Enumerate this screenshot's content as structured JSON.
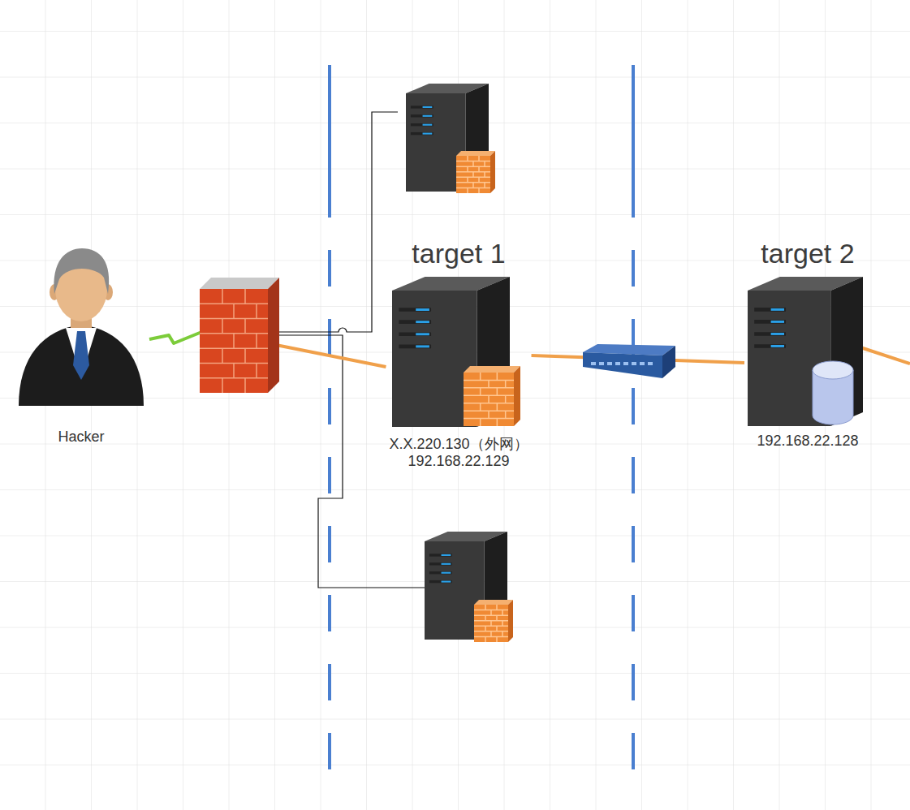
{
  "diagram": {
    "nodes": [
      {
        "text": [
          "Hacker"
        ]
      },
      {
        "text": [
          "target 1",
          "X.X.220.130（外网）",
          "192.168.22.129"
        ]
      },
      {
        "text": [
          "target 2",
          "192.168.22.128"
        ]
      }
    ],
    "edges": [
      {
        "from": 0,
        "to": 1,
        "arrow": "none"
      },
      {
        "from": 1,
        "to": 2,
        "arrow": "none"
      }
    ]
  }
}
